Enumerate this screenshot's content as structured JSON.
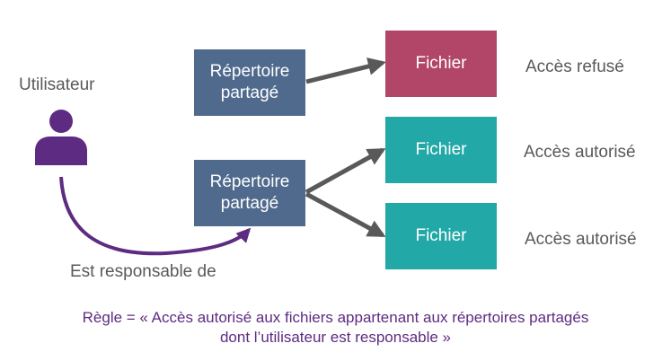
{
  "user": {
    "label": "Utilisateur",
    "icon": "user-icon"
  },
  "directories": [
    {
      "line1": "Répertoire",
      "line2": "partagé"
    },
    {
      "line1": "Répertoire",
      "line2": "partagé"
    }
  ],
  "files": [
    {
      "label": "Fichier",
      "status": "Accès refusé"
    },
    {
      "label": "Fichier",
      "status": "Accès autorisé"
    },
    {
      "label": "Fichier",
      "status": "Accès autorisé"
    }
  ],
  "relation_label": "Est responsable de",
  "rule": {
    "line1": "Règle = « Accès autorisé aux fichiers appartenant aux répertoires partagés",
    "line2": "dont l’utilisateur est responsable »"
  },
  "colors": {
    "directory": "#4f6a8c",
    "file_denied": "#b14668",
    "file_allowed": "#22a8a6",
    "user": "#5e2b82",
    "arrow": "#595959",
    "text": "#595959"
  }
}
